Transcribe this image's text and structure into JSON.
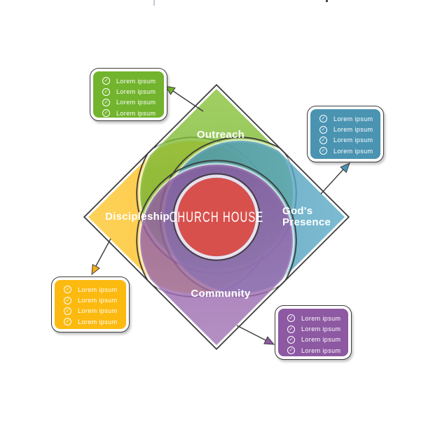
{
  "center": {
    "label": "CHURCH HOUSE"
  },
  "petals": {
    "outreach": {
      "label": "Outreach"
    },
    "gods_presence": {
      "label": "God's Presence",
      "line1": "God's",
      "line2": "Presence"
    },
    "discipleship": {
      "label": "Discipleship"
    },
    "community": {
      "label": "Community"
    }
  },
  "callouts": {
    "outreach": {
      "items": [
        "Lorem ipsum",
        "Lorem ipsum",
        "Lorem ipsum",
        "Lorem ipsum"
      ]
    },
    "gods_presence": {
      "items": [
        "Lorem ipsum",
        "Lorem ipsum",
        "Lorem ipsum",
        "Lorem ipsum"
      ]
    },
    "discipleship": {
      "items": [
        "Lorem ipsum",
        "Lorem ipsum",
        "Lorem ipsum",
        "Lorem ipsum"
      ]
    },
    "community": {
      "items": [
        "Lorem ipsum",
        "Lorem ipsum",
        "Lorem ipsum",
        "Lorem ipsum"
      ]
    }
  },
  "icons": {
    "check": "✓"
  },
  "colors": {
    "outreach_green": "#79ba34",
    "outreach_box": "#72b42d",
    "gods_presence_blue": "#4f9dbb",
    "gods_presence_box": "#4a94b2",
    "discipleship_yellow": "#fcbd17",
    "discipleship_box": "#fcba10",
    "discipleship_arrow": "#f7ae19",
    "community_purple": "#9765a9",
    "community_box": "#8d59a2",
    "center_red": "#d8504c",
    "outline_dark": "#3c3c3c"
  }
}
